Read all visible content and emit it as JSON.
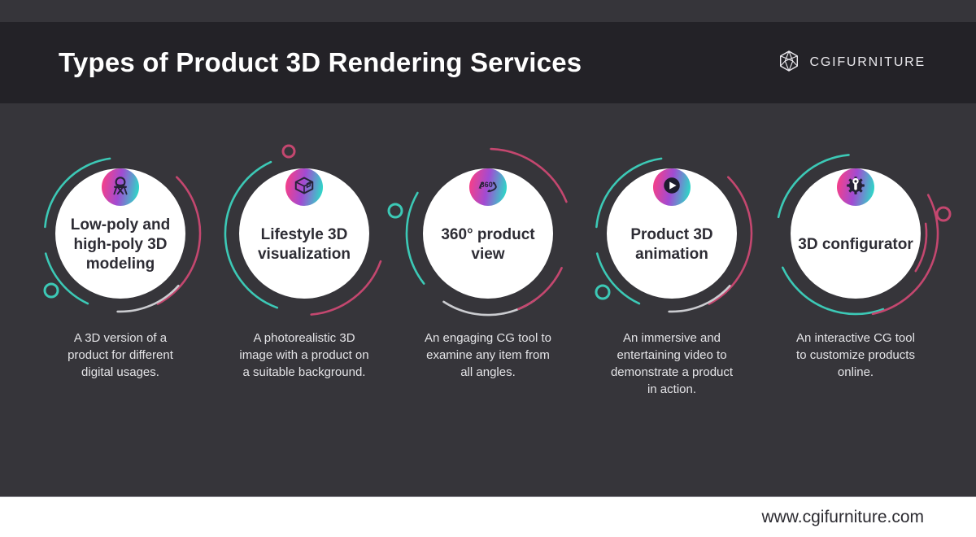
{
  "header": {
    "title": "Types of Product 3D Rendering Services",
    "brand": {
      "name": "CGIFURNITURE",
      "icon": "gem-wireframe-icon"
    }
  },
  "services": [
    {
      "title": "Low-poly and high-poly 3D modeling",
      "description": "A 3D version of a product for different digital usages.",
      "icon": "chair-icon"
    },
    {
      "title": "Lifestyle 3D visualization",
      "description": "A photorealistic 3D image with a product on a suitable background.",
      "icon": "interior-room-icon"
    },
    {
      "title": "360° product view",
      "description": "An engaging CG tool to examine any item from all angles.",
      "icon": "360-rotation-icon",
      "icon_label": "360°"
    },
    {
      "title": "Product 3D animation",
      "description": "An immersive and entertaining video to demonstrate a product in action.",
      "icon": "play-icon"
    },
    {
      "title": "3D configurator",
      "description": "An interactive CG tool to customize products online.",
      "icon": "gear-wrench-icon"
    }
  ],
  "footer": {
    "url": "www.cgifurniture.com"
  },
  "colors": {
    "background": "#36353a",
    "header_background": "#232227",
    "circle": "#ffffff",
    "teal": "#3cc9b6",
    "pink": "#c4476f",
    "gray": "#cbccd0",
    "badge_gradient_start": "#f2408c",
    "badge_gradient_mid": "#a14bd3",
    "badge_gradient_end": "#30d5c8"
  }
}
